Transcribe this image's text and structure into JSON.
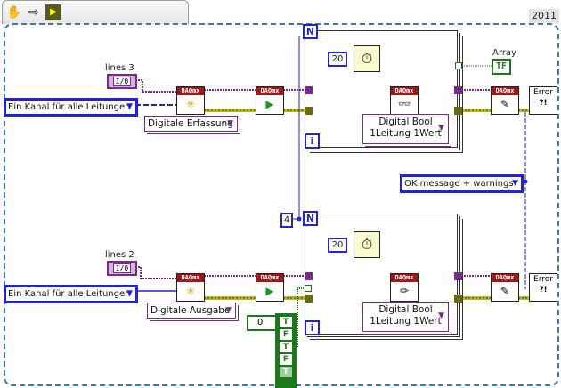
{
  "toolbar": {
    "icons": [
      "hand-icon",
      "arrow-right-icon",
      "vi-icon"
    ],
    "year": "2011"
  },
  "top": {
    "lines_label": "lines 3",
    "io_constant": "I/0",
    "channel_ring": "Ein Kanal für alle Leitungen",
    "task_type": "Digitale Erfassung",
    "n_label": "N",
    "i_label": "i",
    "wait_ms": "20",
    "read_mode": [
      "Digital Bool",
      "1Leitung 1Wert"
    ],
    "indicator_label": "Array",
    "indicator_value": "TF",
    "vi_header": "DAQmx"
  },
  "middle": {
    "error_ring": "OK message + warnings",
    "loop_count": "4"
  },
  "bottom": {
    "lines_label": "lines 2",
    "io_constant": "I/0",
    "channel_ring": "Ein Kanal für alle Leitungen",
    "task_type": "Digitale Ausgabe",
    "n_label": "N",
    "i_label": "i",
    "wait_ms": "20",
    "write_mode": [
      "Digital Bool",
      "1Leitung 1Wert"
    ],
    "array_index": "0",
    "bool_array": [
      "T",
      "F",
      "T",
      "F",
      "T"
    ],
    "vi_header": "DAQmx"
  },
  "error_handler": {
    "text1": "Error",
    "text2": "?!"
  }
}
